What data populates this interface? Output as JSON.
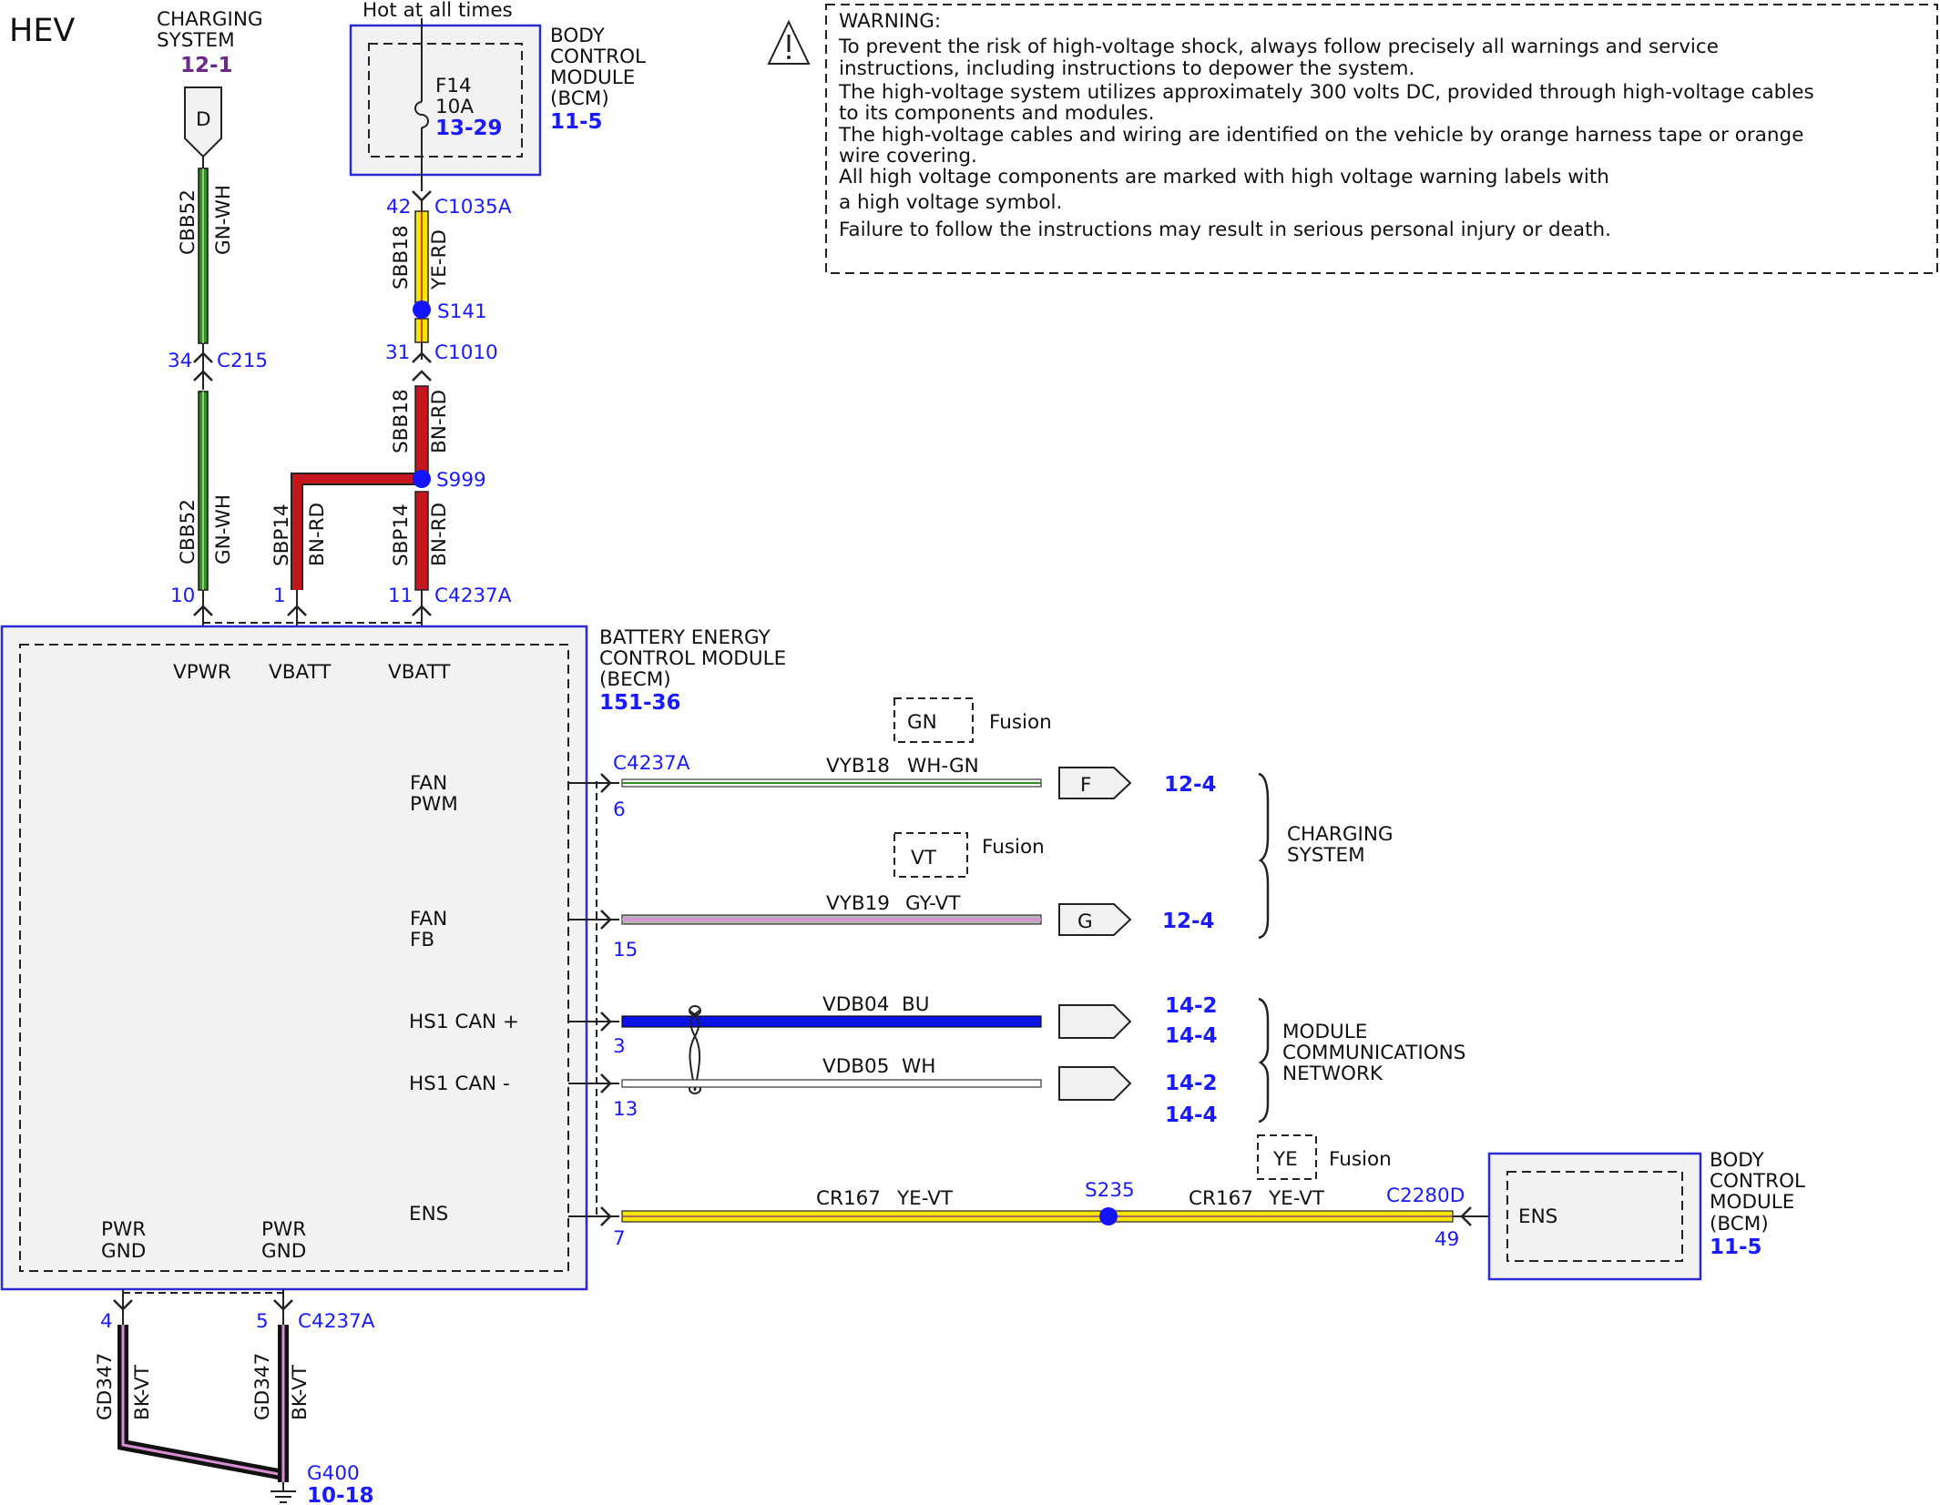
{
  "diagram_title": "HEV",
  "top_left": {
    "charging_system_title": "CHARGING",
    "charging_system_title2": "SYSTEM",
    "charging_system_ref": "12-1",
    "connector_letter": "D"
  },
  "hot_label": "Hot at all times",
  "bcm_top": {
    "title_l1": "BODY",
    "title_l2": "CONTROL",
    "title_l3": "MODULE",
    "title_l4": "(BCM)",
    "ref": "11-5",
    "fuse_name": "F14",
    "fuse_rating": "10A",
    "fuse_ref": "13-29"
  },
  "warning": {
    "lines": [
      "WARNING:",
      "To prevent the risk of high-voltage shock, always follow precisely all warnings and service",
      "instructions, including instructions to depower the system.",
      "The high-voltage system utilizes approximately 300 volts DC, provided through high-voltage cables",
      "to its components and modules.",
      "The high-voltage cables and wiring are identified on the vehicle by orange harness tape or orange",
      "wire covering.",
      "All high voltage components are marked with high voltage warning labels with",
      "a high voltage symbol.",
      "Failure to follow the instructions may result in serious personal injury or death."
    ]
  },
  "left_column": {
    "wire_top_circuit": "CBB52",
    "wire_top_color": "GN-WH",
    "c215_pin": "34",
    "c215_name": "C215",
    "wire_bottom_circuit": "CBB52",
    "wire_bottom_color": "GN-WH"
  },
  "right_column": {
    "c1035a_pin": "42",
    "c1035a_name": "C1035A",
    "wire1_circuit": "SBB18",
    "wire1_color": "YE-RD",
    "s141": "S141",
    "c1010_pin": "31",
    "c1010_name": "C1010",
    "wire2_circuit": "SBB18",
    "wire2_color": "BN-RD",
    "s999": "S999",
    "wire3_circuit": "SBP14",
    "wire3_color": "BN-RD",
    "wire4_circuit": "SBP14",
    "wire4_color": "BN-RD"
  },
  "becm_pins_top": {
    "pin_vpwr": "10",
    "pin_vbatt1": "1",
    "pin_vbatt2": "11",
    "connector": "C4237A"
  },
  "becm": {
    "title_l1": "BATTERY ENERGY",
    "title_l2": "CONTROL MODULE",
    "title_l3": "(BECM)",
    "ref": "151-36",
    "vpwr": "VPWR",
    "vbatt1": "VBATT",
    "vbatt2": "VBATT",
    "fan_pwm_l1": "FAN",
    "fan_pwm_l2": "PWM",
    "fan_fb_l1": "FAN",
    "fan_fb_l2": "FB",
    "hs_can_plus": "HS1 CAN +",
    "hs_can_minus": "HS1 CAN -",
    "ens": "ENS",
    "pwr_gnd1_l1": "PWR",
    "pwr_gnd1_l2": "GND",
    "pwr_gnd2_l1": "PWR",
    "pwr_gnd2_l2": "GND"
  },
  "right_wires": {
    "connector_label": "C4237A",
    "fusion_gn": "GN",
    "fusion_vt": "VT",
    "fusion_ye": "YE",
    "fusion_label": "Fusion",
    "fan_pwm": {
      "pin": "6",
      "circuit": "VYB18",
      "color": "WH-GN",
      "conn": "F",
      "ref": "12-4"
    },
    "fan_fb": {
      "pin": "15",
      "circuit": "VYB19",
      "color": "GY-VT",
      "conn": "G",
      "ref": "12-4"
    },
    "can_plus": {
      "pin": "3",
      "circuit": "VDB04",
      "color": "BU",
      "ref1": "14-2",
      "ref2": "14-4"
    },
    "can_minus": {
      "pin": "13",
      "circuit": "VDB05",
      "color": "WH",
      "ref1": "14-2",
      "ref2": "14-4"
    },
    "charging_system_l1": "CHARGING",
    "charging_system_l2": "SYSTEM",
    "mcn_l1": "MODULE",
    "mcn_l2": "COMMUNICATIONS",
    "mcn_l3": "NETWORK",
    "ens": {
      "pin": "7",
      "circuit1": "CR167",
      "color1": "YE-VT",
      "splice": "S235",
      "circuit2": "CR167",
      "color2": "YE-VT",
      "conn": "C2280D",
      "conn_pin": "49"
    }
  },
  "bcm_bottom": {
    "ens": "ENS",
    "title_l1": "BODY",
    "title_l2": "CONTROL",
    "title_l3": "MODULE",
    "title_l4": "(BCM)",
    "ref": "11-5"
  },
  "ground": {
    "pin1": "4",
    "pin2": "5",
    "connector": "C4237A",
    "wire1_circuit": "GD347",
    "wire1_color": "BK-VT",
    "wire2_circuit": "GD347",
    "wire2_color": "BK-VT",
    "ground_name": "G400",
    "ground_ref": "10-18"
  },
  "colors": {
    "module_border": "#2b2bd6",
    "module_fill": "#f2f2f2",
    "wire_green": "#2f8f1f",
    "wire_red": "#c4161c",
    "wire_yellow": "#f7e600",
    "wire_blue": "#0a12e6",
    "wire_purple": "#d98fd6",
    "splice": "#1414ff",
    "label_blue": "#1a1aff",
    "label_purple": "#6b2a8a"
  }
}
